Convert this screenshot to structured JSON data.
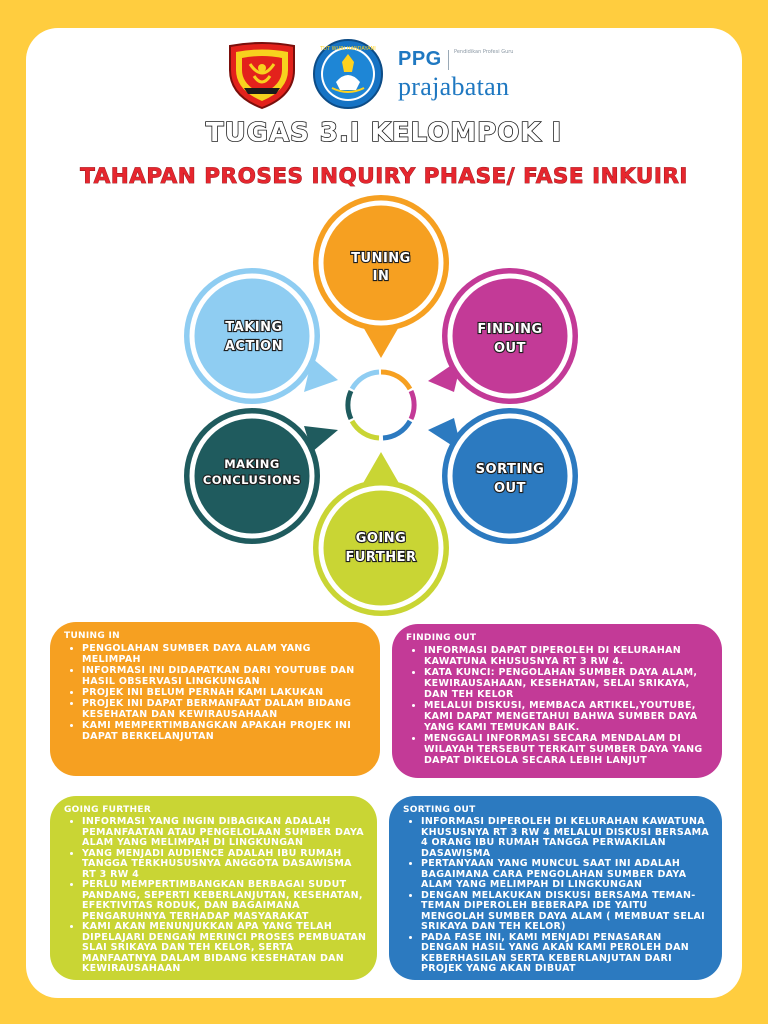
{
  "header": {
    "ppg": "PPG",
    "ppg_sub": "Pendidikan Profesi Guru",
    "prajabatan": "prajabatan",
    "tutwuri_text": "TUT WURI HANDAYANI"
  },
  "title": "TUGAS 3.I KELOMPOK I",
  "subtitle": "TAHAPAN PROSES INQUIRY PHASE/ FASE INKUIRI",
  "cycle": {
    "tuning": [
      "TUNING",
      "IN"
    ],
    "finding": [
      "FINDING",
      "OUT"
    ],
    "sorting": [
      "SORTING",
      "OUT"
    ],
    "going": [
      "GOING",
      "FURTHER"
    ],
    "making": [
      "MAKING",
      "CONCLUSIONS"
    ],
    "taking": [
      "TAKING",
      "ACTION"
    ]
  },
  "panels": {
    "tuning": {
      "title": "TUNING IN",
      "items": [
        "PENGOLAHAN SUMBER DAYA ALAM YANG MELIMPAH",
        "INFORMASI INI DIDAPATKAN DARI  YOUTUBE DAN HASIL OBSERVASI LINGKUNGAN",
        "PROJEK INI BELUM PERNAH KAMI LAKUKAN",
        "PROJEK INI DAPAT BERMANFAAT DALAM BIDANG KESEHATAN DAN KEWIRAUSAHAAN",
        "KAMI MEMPERTIMBANGKAN APAKAH PROJEK INI DAPAT BERKELANJUTAN"
      ]
    },
    "finding": {
      "title": "FINDING OUT",
      "items": [
        "INFORMASI DAPAT DIPEROLEH DI KELURAHAN KAWATUNA KHUSUSNYA RT 3 RW 4.",
        "KATA KUNCI: PENGOLAHAN SUMBER DAYA ALAM, KEWIRAUSAHAAN, KESEHATAN, SELAI SRIKAYA, DAN TEH KELOR",
        "MELALUI DISKUSI, MEMBACA ARTIKEL,YOUTUBE, KAMI DAPAT MENGETAHUI BAHWA SUMBER DAYA  YANG KAMI TEMUKAN BAIK.",
        "MENGGALI INFORMASI SECARA MENDALAM DI WILAYAH TERSEBUT TERKAIT SUMBER DAYA YANG DAPAT DIKELOLA SECARA LEBIH LANJUT"
      ]
    },
    "going": {
      "title": "GOING FURTHER",
      "items": [
        "INFORMASI YANG INGIN DIBAGIKAN ADALAH PEMANFAATAN ATAU PENGELOLAAN SUMBER DAYA ALAM YANG MELIMPAH DI LINGKUNGAN",
        "YANG MENJADI AUDIENCE ADALAH IBU RUMAH TANGGA TERKHUSUSNYA ANGGOTA DASAWISMA RT 3 RW 4",
        "PERLU MEMPERTIMBANGKAN BERBAGAI SUDUT PANDANG, SEPERTI KEBERLANJUTAN, KESEHATAN, EFEKTIVITAS RODUK, DAN BAGAIMANA PENGARUHNYA TERHADAP MASYARAKAT",
        "KAMI AKAN MENUNJUKKAN APA YANG TELAH DIPELAJARI DENGAN MERINCI PROSES PEMBUATAN SLAI SRIKAYA DAN TEH KELOR, SERTA MANFAATNYA DALAM BIDANG KESEHATAN DAN KEWIRAUSAHAAN"
      ]
    },
    "sorting": {
      "title": "SORTING OUT",
      "items": [
        "INFORMASI DIPEROLEH DI KELURAHAN KAWATUNA KHUSUSNYA RT 3 RW 4 MELALUI DISKUSI BERSAMA 4 ORANG IBU RUMAH TANGGA PERWAKILAN DASAWISMA",
        "PERTANYAAN YANG MUNCUL SAAT INI ADALAH BAGAIMANA CARA PENGOLAHAN SUMBER DAYA ALAM YANG MELIMPAH DI LINGKUNGAN",
        "DENGAN MELAKUKAN DISKUSI BERSAMA TEMAN-TEMAN DIPEROLEH BEBERAPA IDE YAITU MENGOLAH SUMBER DAYA ALAM ( MEMBUAT SELAI SRIKAYA DAN TEH KELOR)",
        "PADA FASE INI, KAMI MENJADI PENASARAN DENGAN HASIL YANG AKAN KAMI PEROLEH DAN KEBERHASILAN SERTA KEBERLANJUTAN DARI PROJEK YANG AKAN DIBUAT"
      ]
    }
  },
  "colors": {
    "background": "#ffcd3f",
    "tuning": "#f6a021",
    "finding": "#c33a97",
    "sorting": "#2c7ac0",
    "going": "#c9d534",
    "making": "#1f5b5e",
    "taking": "#8fcdf2",
    "title_red": "#e6262e",
    "ppg_blue": "#1f78c1"
  },
  "icons": [
    "tadulako-university-logo",
    "tut-wuri-handayani-logo"
  ]
}
